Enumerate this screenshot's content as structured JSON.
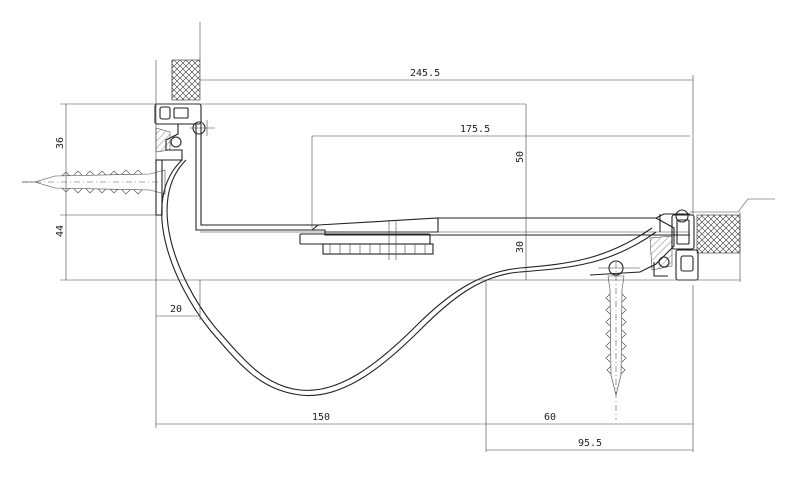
{
  "dimensions": {
    "overall_width": "245.5",
    "upper_width": "175.5",
    "left_height_top": "36",
    "left_height_bottom": "44",
    "mid_height": "50",
    "gap_height": "30",
    "left_offset": "20",
    "lower_left": "150",
    "lower_right": "60",
    "right_width": "95.5"
  },
  "colors": {
    "line": "#222222",
    "dim": "#444444",
    "hatch": "#333333"
  }
}
